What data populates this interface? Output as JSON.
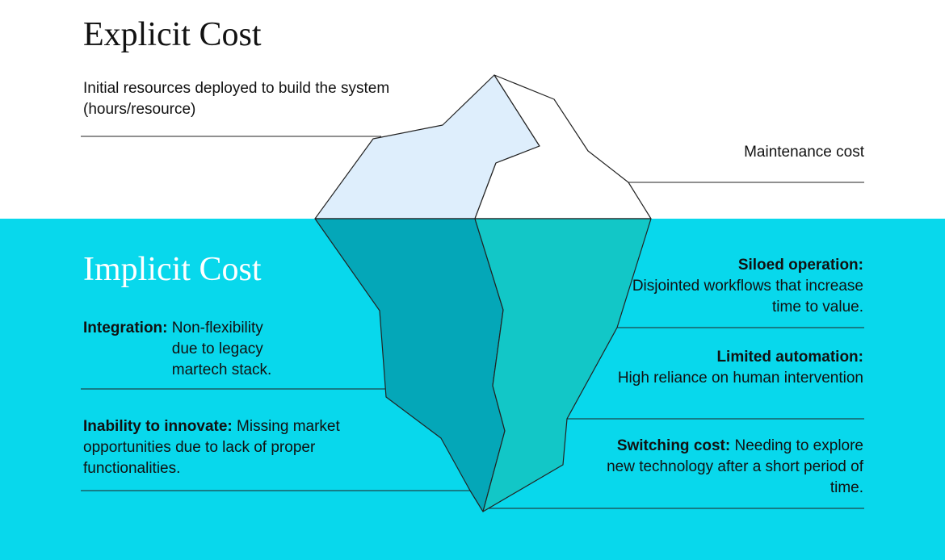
{
  "explicit": {
    "heading": "Explicit Cost",
    "initial_resources": "Initial resources deployed to build the system (hours/resource)",
    "maintenance": "Maintenance cost"
  },
  "implicit": {
    "heading": "Implicit Cost",
    "integration": {
      "label": "Integration:",
      "text": "Non-flexibility due to legacy martech stack."
    },
    "innovate": {
      "label": "Inability to innovate:",
      "text": "Missing market opportunities due to lack of proper functionalities."
    },
    "siloed": {
      "label": "Siloed operation:",
      "text": "Disjointed workflows that increase time to value."
    },
    "automation": {
      "label": "Limited automation:",
      "text": "High reliance on human intervention"
    },
    "switching": {
      "label": "Switching cost:",
      "text": "Needing to explore new technology after a short period of time."
    }
  },
  "colors": {
    "water": "#08d8ec",
    "ice_left_above": "#deeefc",
    "ice_right_above": "#ffffff",
    "ice_left_below": "#04a7b8",
    "ice_right_below": "#12c7c7"
  }
}
